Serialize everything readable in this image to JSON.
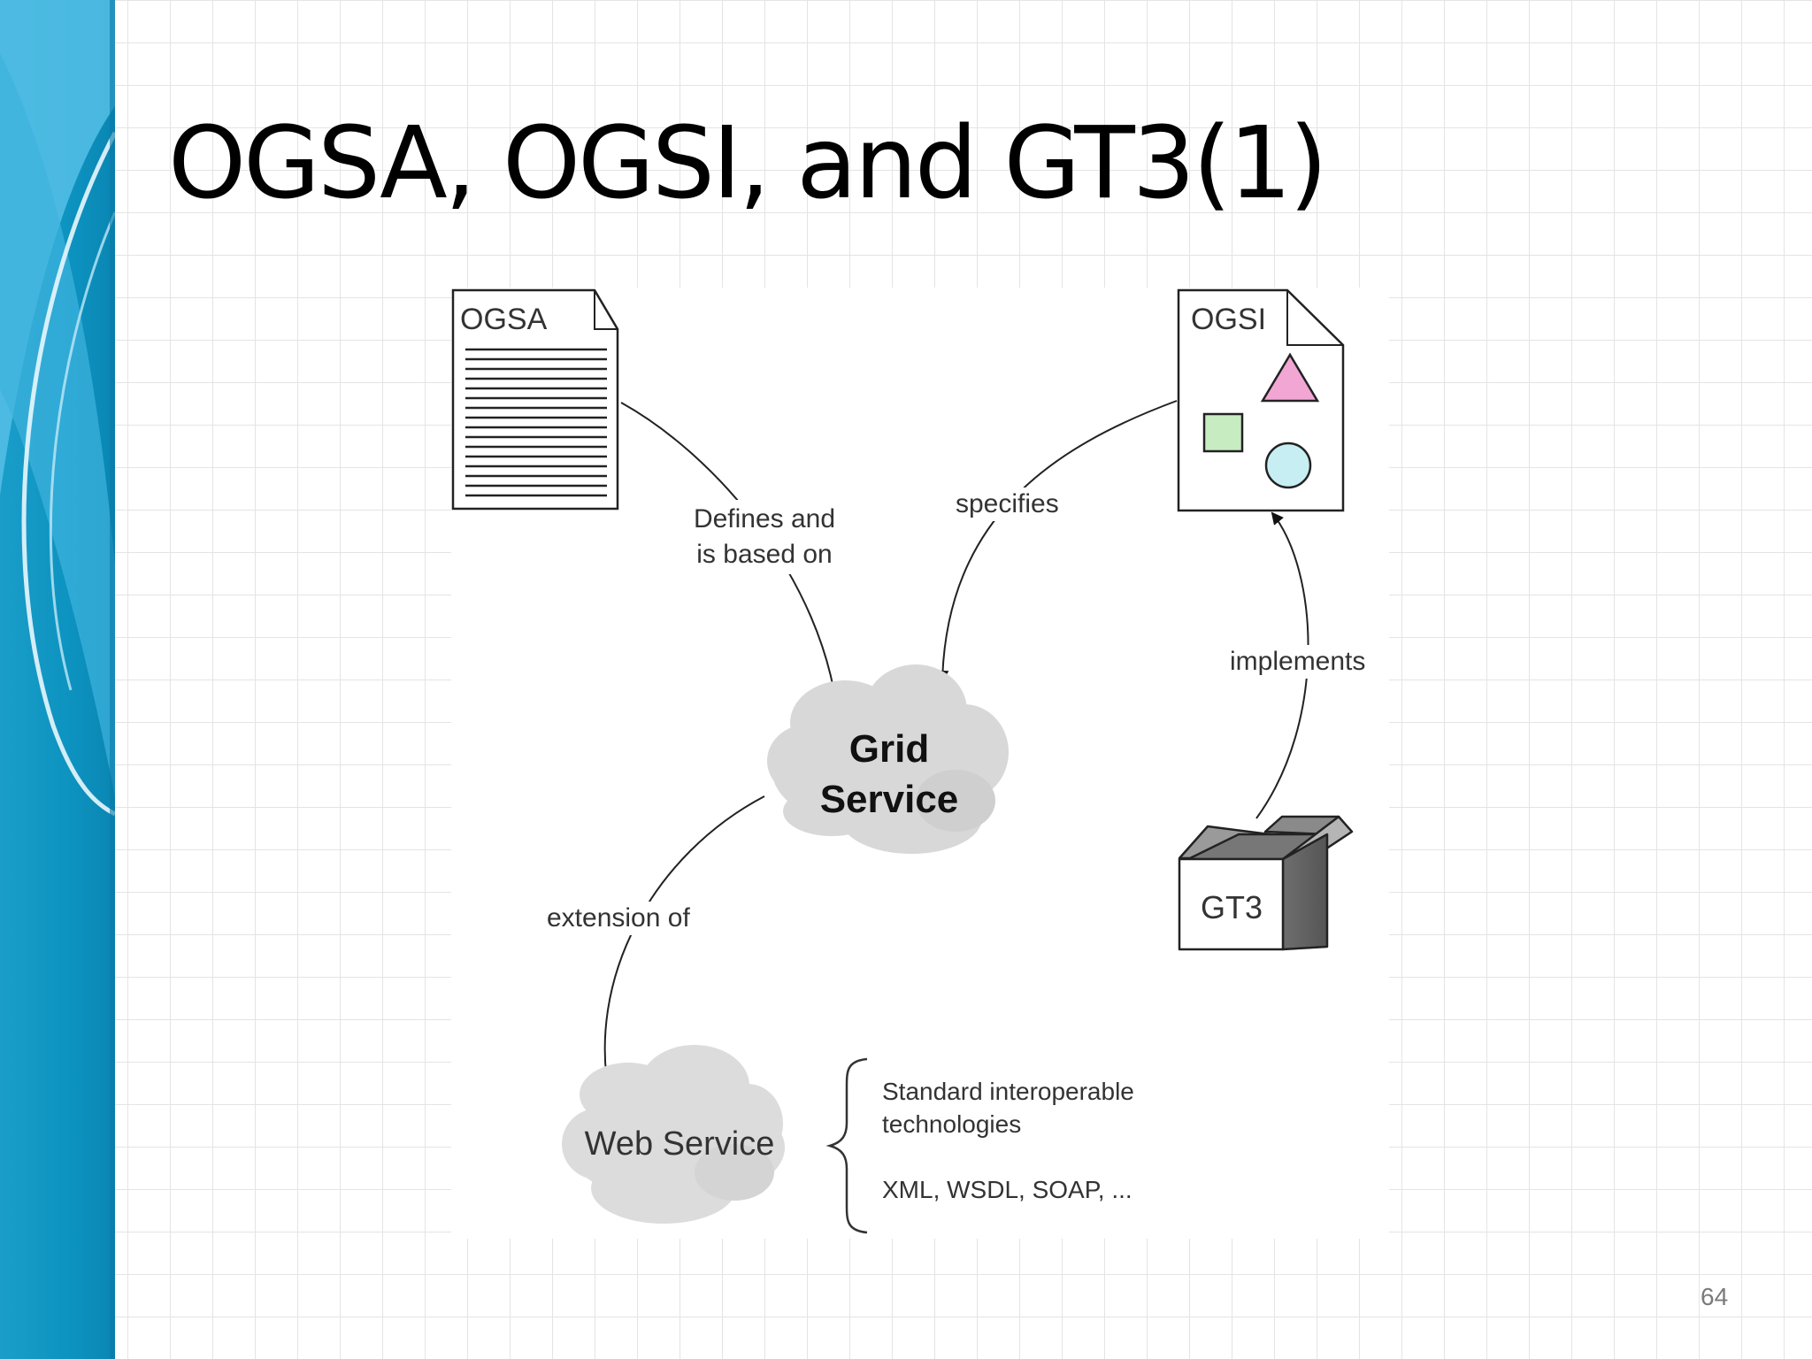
{
  "slide": {
    "title": "OGSA, OGSI, and GT3(1)",
    "page_number": "64"
  },
  "diagram": {
    "nodes": {
      "ogsa": "OGSA",
      "ogsi": "OGSI",
      "grid_service_line1": "Grid",
      "grid_service_line2": "Service",
      "web_service": "Web Service",
      "gt3": "GT3"
    },
    "edges": {
      "defines_line1": "Defines and",
      "defines_line2": "is based on",
      "specifies": "specifies",
      "implements": "implements",
      "extension_of": "extension of"
    },
    "annotation": {
      "line1": "Standard interoperable",
      "line2": "technologies",
      "line3": "XML, WSDL, SOAP, ..."
    }
  },
  "colors": {
    "band_dark": "#0a8fbb",
    "band_light": "#63c6ea",
    "triangle": "#f2a6d4",
    "square": "#c8ecc2",
    "circle": "#c6eef3",
    "cloud": "#d9d9d9"
  }
}
